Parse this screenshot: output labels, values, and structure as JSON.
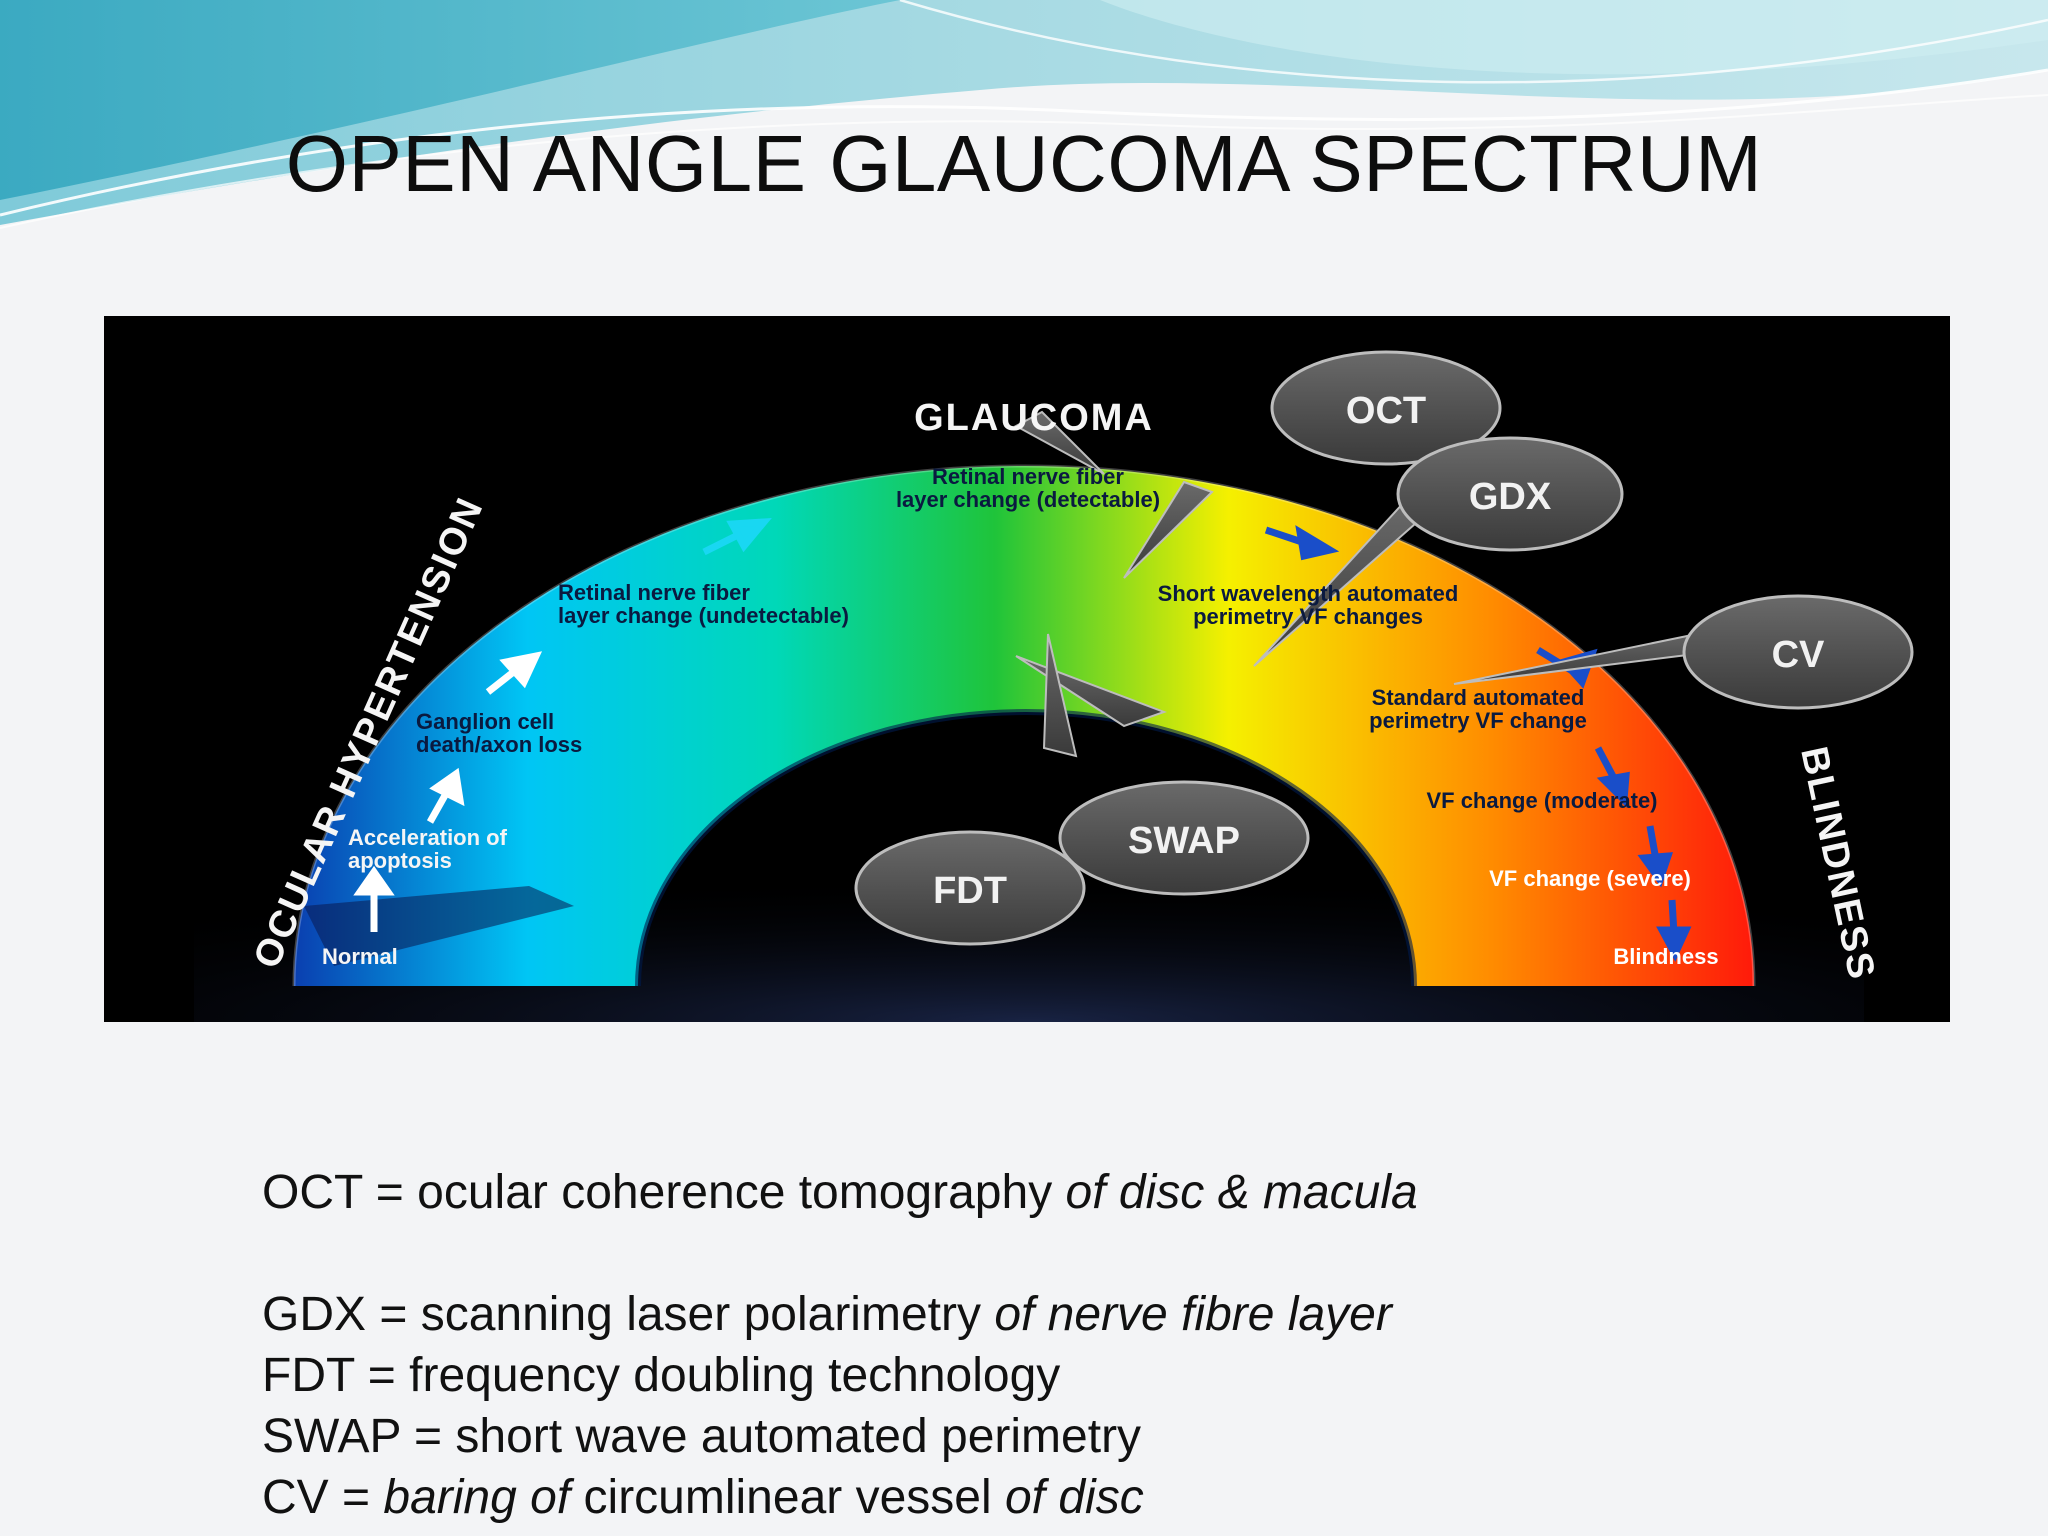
{
  "slide": {
    "title": "OPEN ANGLE GLAUCOMA SPECTRUM"
  },
  "diagram": {
    "header": "GLAUCOMA",
    "left_label": "OCULAR HYPERTENSION",
    "right_label": "BLINDNESS",
    "stages_left": [
      "Normal",
      "Acceleration of",
      "apoptosis",
      "Ganglion cell",
      "death/axon loss",
      "Retinal nerve fiber",
      "layer change (undetectable)",
      "Retinal nerve fiber",
      "layer change (detectable)"
    ],
    "stages_right": [
      "Short wavelength automated",
      "perimetry VF changes",
      "Standard automated",
      "perimetry VF change",
      "VF change (moderate)",
      "VF change (severe)",
      "Blindness"
    ],
    "callouts": [
      "OCT",
      "GDX",
      "CV",
      "SWAP",
      "FDT"
    ],
    "colors": {
      "blue": "#0a3fb0",
      "cyan": "#00c6f5",
      "green": "#1fc43a",
      "yellow": "#f5f000",
      "orange": "#ff8c00",
      "red": "#ff1a0a"
    }
  },
  "legend": {
    "oct": {
      "term": "OCT = ocular coherence tomography ",
      "detail": "of disc & macula"
    },
    "gdx": {
      "term": "GDX = scanning laser polarimetry ",
      "detail": "of nerve fibre layer"
    },
    "fdt": {
      "text": "FDT = frequency doubling technology"
    },
    "swap": {
      "text": "SWAP = short wave automated perimetry"
    },
    "cv": {
      "prefix": "CV = ",
      "italic1": "baring of",
      "mid": " circumlinear vessel ",
      "italic2": "of disc"
    }
  }
}
